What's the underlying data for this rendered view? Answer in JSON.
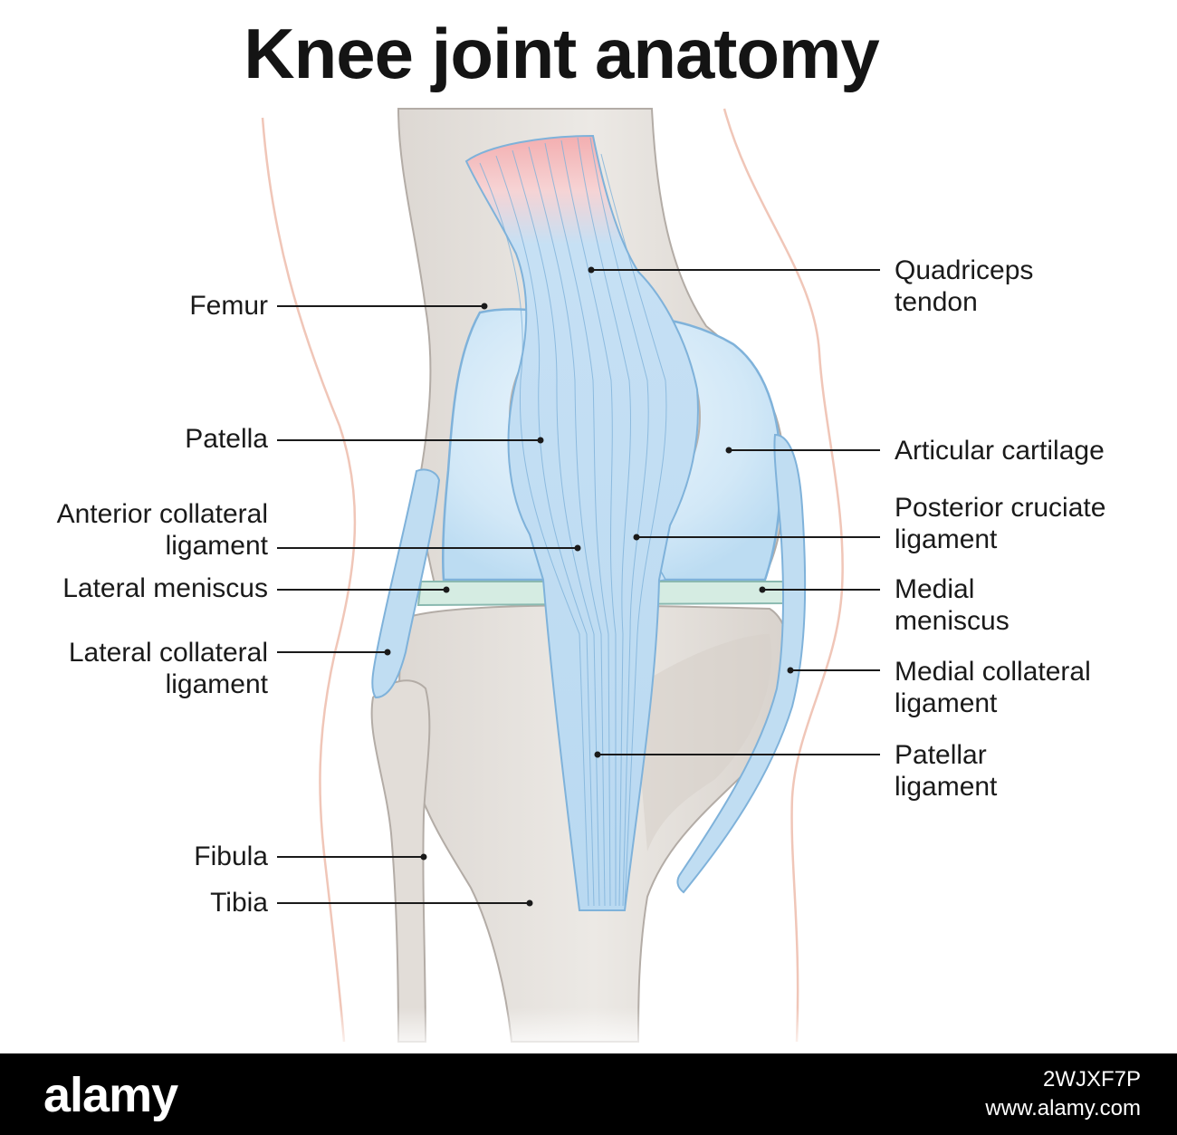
{
  "title": "Knee joint anatomy",
  "labels_left": [
    {
      "id": "femur",
      "lines": [
        "Femur"
      ]
    },
    {
      "id": "patella",
      "lines": [
        "Patella"
      ]
    },
    {
      "id": "anterior-collateral-ligament",
      "lines": [
        "Anterior collateral",
        "ligament"
      ]
    },
    {
      "id": "lateral-meniscus",
      "lines": [
        "Lateral meniscus"
      ]
    },
    {
      "id": "lateral-collateral-ligament",
      "lines": [
        "Lateral collateral",
        "ligament"
      ]
    },
    {
      "id": "fibula",
      "lines": [
        "Fibula"
      ]
    },
    {
      "id": "tibia",
      "lines": [
        "Tibia"
      ]
    }
  ],
  "labels_right": [
    {
      "id": "quadriceps-tendon",
      "lines": [
        "Quadriceps",
        "tendon"
      ]
    },
    {
      "id": "articular-cartilage",
      "lines": [
        "Articular cartilage"
      ]
    },
    {
      "id": "posterior-cruciate-ligament",
      "lines": [
        "Posterior cruciate",
        "ligament"
      ]
    },
    {
      "id": "medial-meniscus",
      "lines": [
        "Medial",
        "meniscus"
      ]
    },
    {
      "id": "medial-collateral-ligament",
      "lines": [
        "Medial collateral",
        "ligament"
      ]
    },
    {
      "id": "patellar-ligament",
      "lines": [
        "Patellar",
        "ligament"
      ]
    }
  ],
  "footer": {
    "logo": "alamy",
    "image_id": "2WJXF7P",
    "site": "www.alamy.com"
  },
  "colors": {
    "bone": "#e7e3df",
    "cartilage": "#d3eaf8",
    "ligament": "#b7d8f0",
    "ligament_line": "#7fb2da",
    "skin_outline": "#f0c6b8",
    "tendon_top": "#f3b2b0",
    "leader_line": "#1a1a1a"
  }
}
